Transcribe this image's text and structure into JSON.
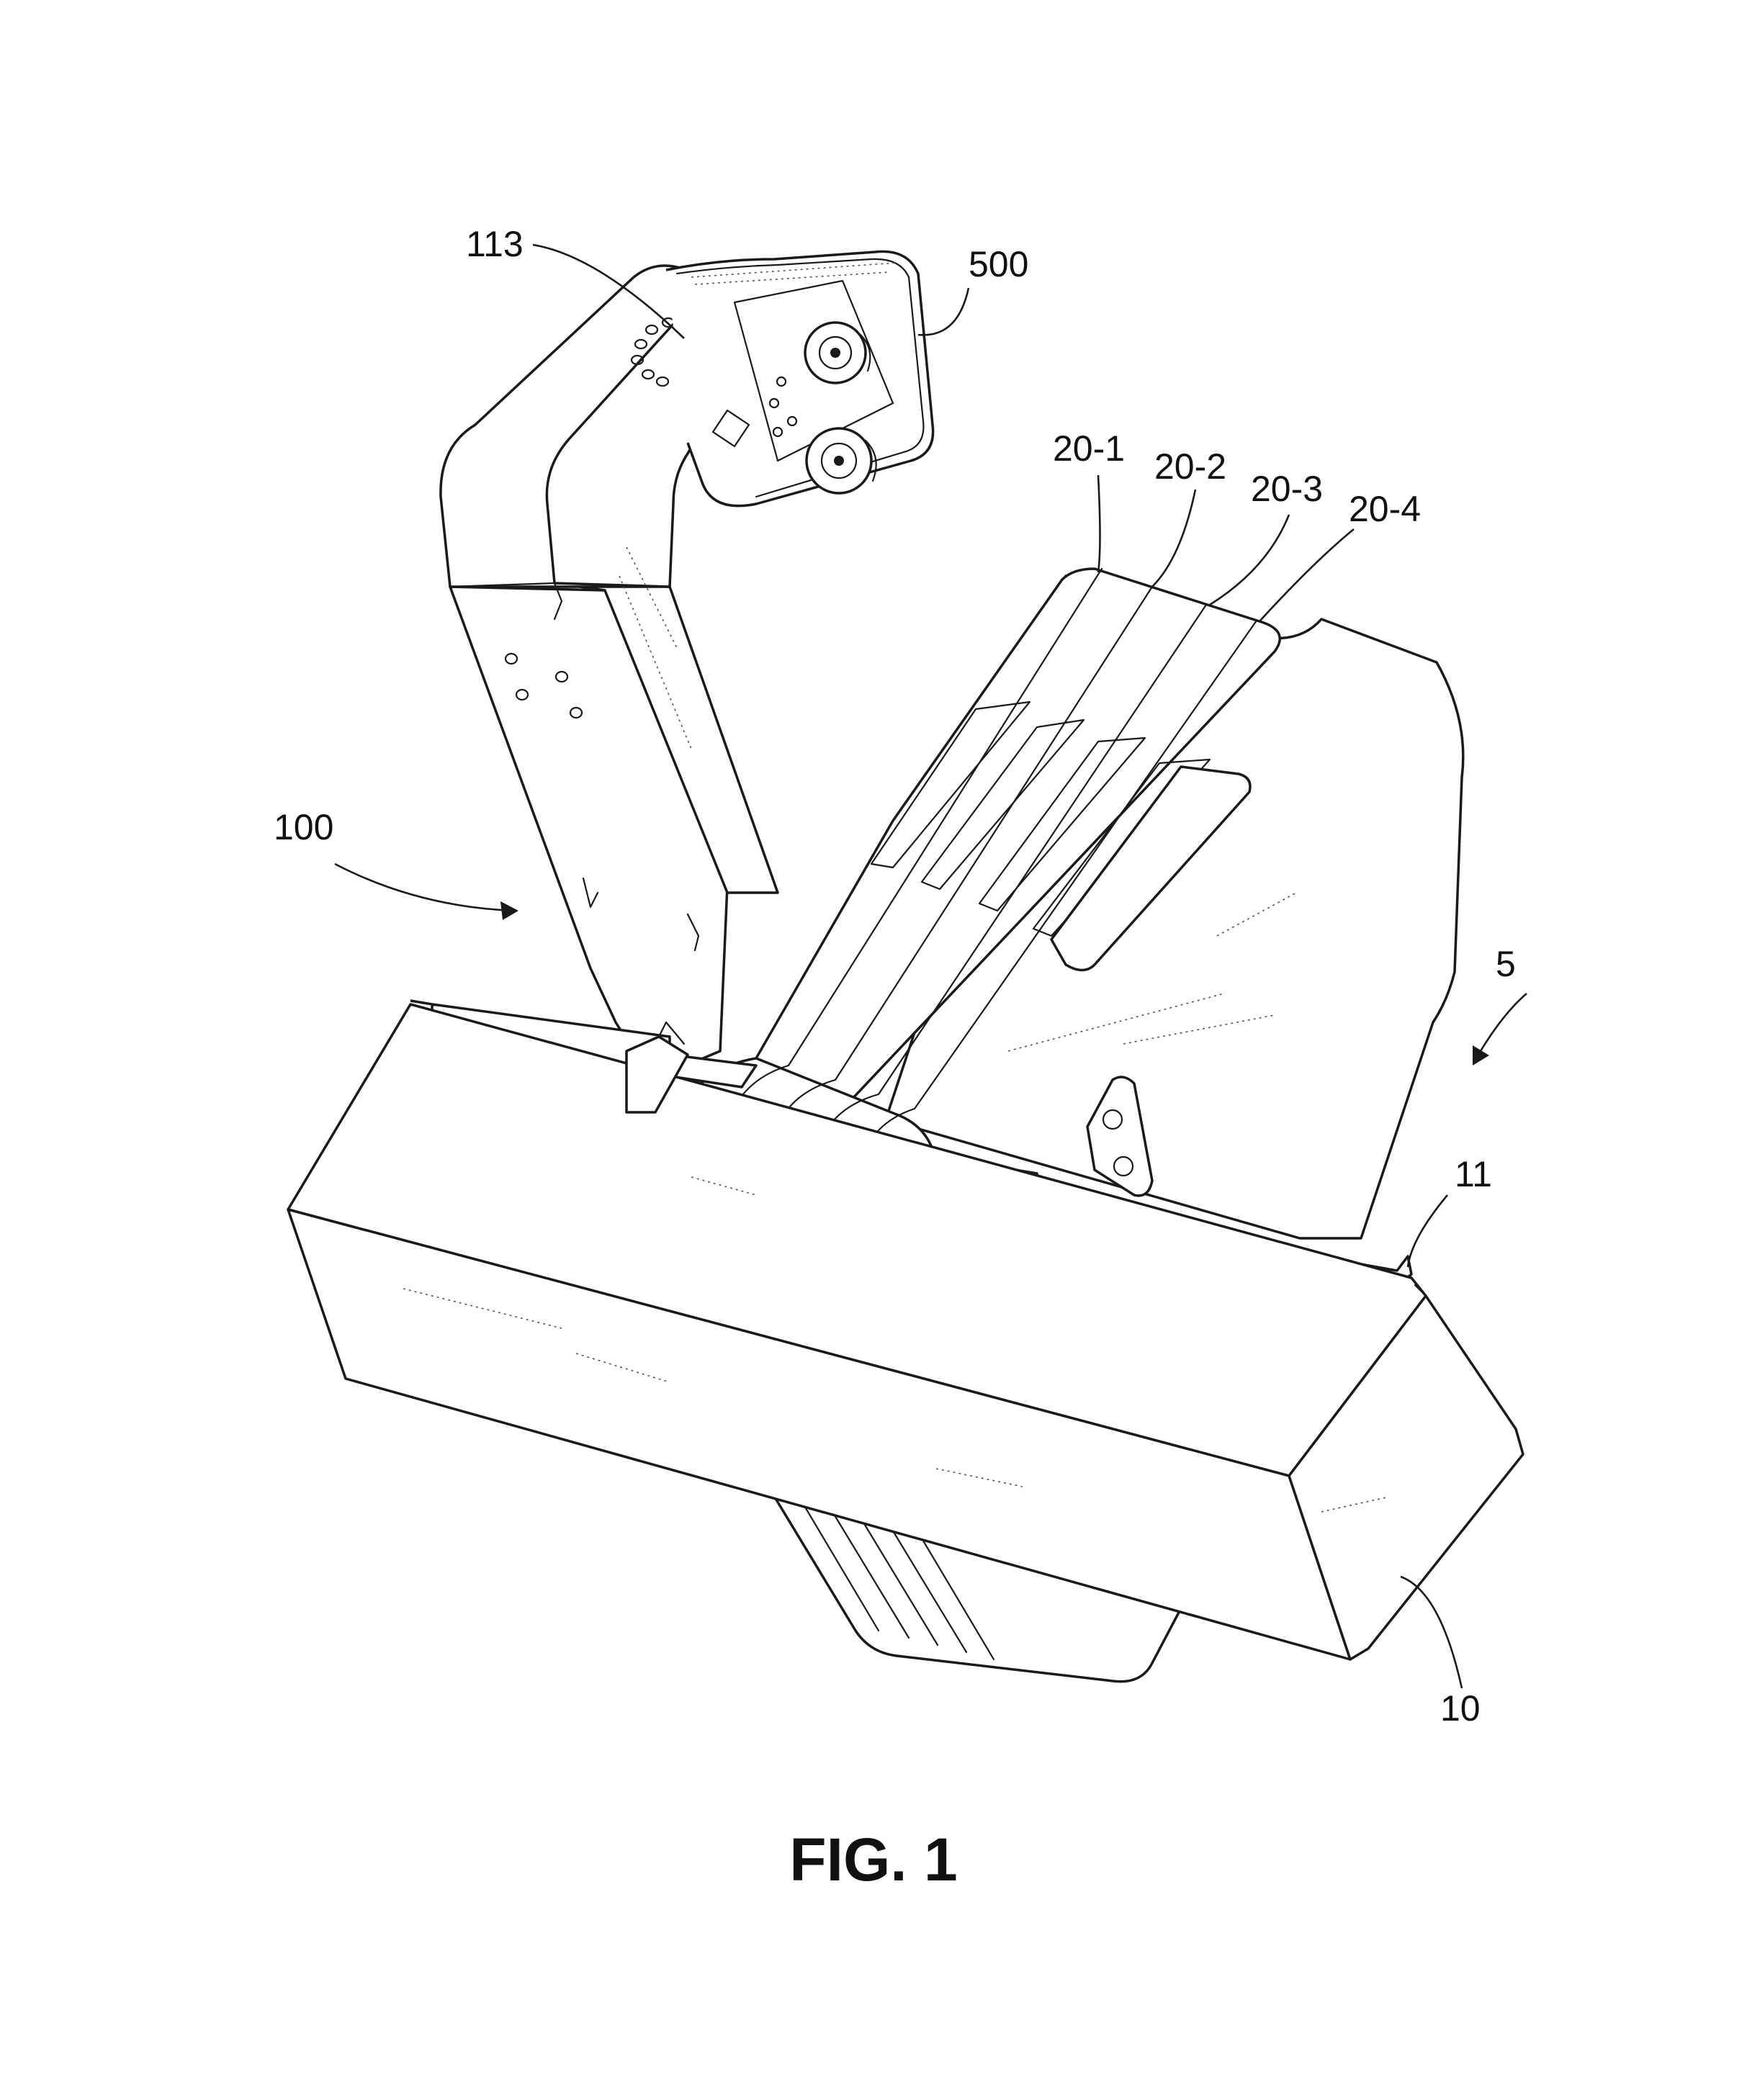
{
  "figure": {
    "caption": "FIG. 1",
    "reference_numerals": {
      "r113": "113",
      "r500": "500",
      "r20_1": "20-1",
      "r20_2": "20-2",
      "r20_3": "20-3",
      "r20_4": "20-4",
      "r100": "100",
      "r5": "5",
      "r11": "11",
      "r10": "10"
    }
  }
}
